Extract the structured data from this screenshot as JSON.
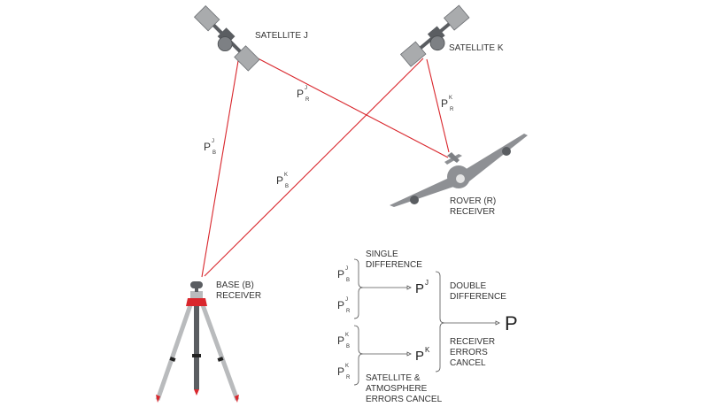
{
  "colors": {
    "signal": "#d9262c",
    "dark_gray": "#5a5d61",
    "mid_gray": "#8e9094",
    "light_gray": "#b9bbbd",
    "panel": "#a9abad"
  },
  "labels": {
    "satellite_j": "SATELLITE J",
    "satellite_k": "SATELLITE K",
    "rover_line1": "ROVER (R)",
    "rover_line2": "RECEIVER",
    "base_line1": "BASE (B)",
    "base_line2": "RECEIVER"
  },
  "ranges": {
    "p": "P",
    "jb": {
      "sup": "J",
      "sub": "B"
    },
    "jr": {
      "sup": "J",
      "sub": "R"
    },
    "kb": {
      "sup": "K",
      "sub": "B"
    },
    "kr": {
      "sup": "K",
      "sub": "R"
    }
  },
  "flow": {
    "single_difference": [
      "SINGLE",
      "DIFFERENCE"
    ],
    "double_difference": [
      "DOUBLE",
      "DIFFERENCE"
    ],
    "receiver_errors": [
      "RECEIVER",
      "ERRORS",
      "CANCEL"
    ],
    "sat_atm_errors": [
      "SATELLITE &",
      "ATMOSPHERE",
      "ERRORS CANCEL"
    ],
    "pj_sup": "J",
    "pk_sup": "K",
    "result": "P"
  }
}
